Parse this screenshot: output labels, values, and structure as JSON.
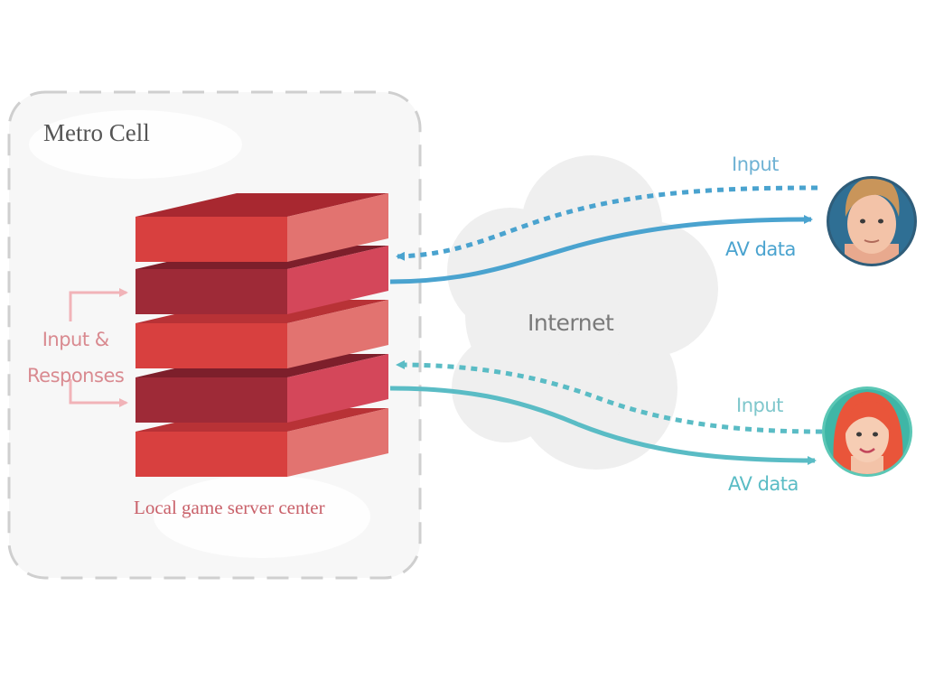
{
  "metro_cell": {
    "title": "Metro Cell"
  },
  "server": {
    "caption": "Local game server center",
    "side_label_line1": "Input &",
    "side_label_line2": "Responses"
  },
  "internet": {
    "label": "Internet"
  },
  "users": [
    {
      "input_label": "Input",
      "av_label": "AV data",
      "color": "#4aa3cf"
    },
    {
      "input_label": "Input",
      "av_label": "AV data",
      "color": "#5abcc5"
    }
  ],
  "colors": {
    "server_front": "#d8403f",
    "server_front_dark": "#9e2a37",
    "server_side": "#e27370",
    "arrow_pink": "#f1b3b8",
    "boundary": "#cccccc"
  }
}
